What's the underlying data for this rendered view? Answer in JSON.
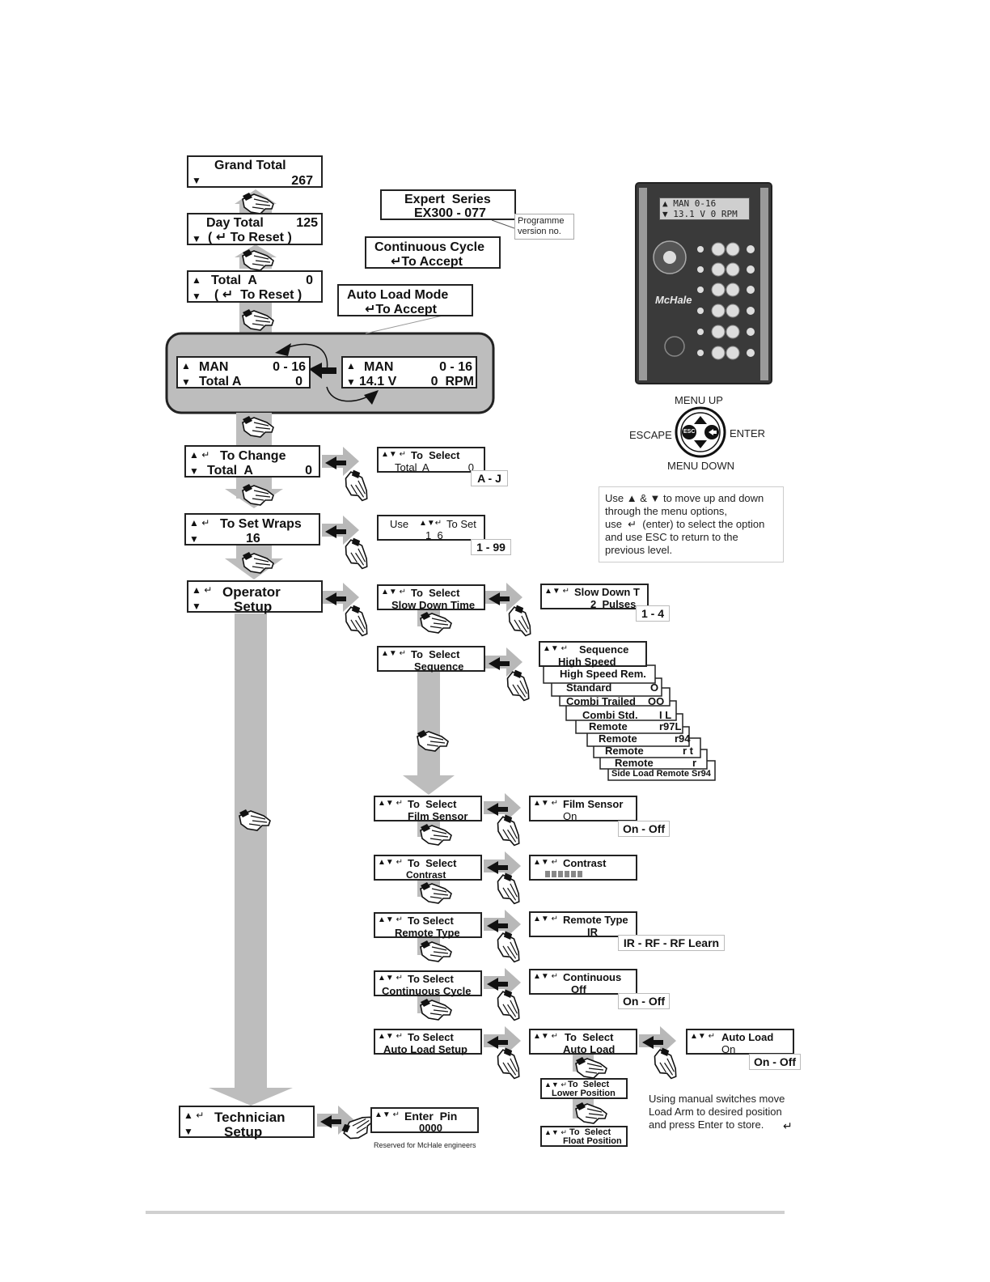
{
  "top": {
    "grand_total": {
      "label": "Grand Total",
      "value": "267"
    },
    "day_total": {
      "label": "Day Total",
      "value": "125",
      "reset": "( ↵ To Reset )"
    },
    "total_a": {
      "label": "Total  A",
      "value": "0",
      "reset": "( ↵  To Reset )"
    }
  },
  "expert": {
    "line1": "Expert  Series",
    "line2": "EX300 - 077",
    "note1": "Programme",
    "note2": "version no."
  },
  "continuous_cycle": {
    "line1": "Continuous Cycle",
    "line2": "↵To Accept"
  },
  "auto_load_mode": {
    "line1": "Auto Load Mode",
    "line2": "↵To Accept"
  },
  "main_screen": {
    "left": {
      "l1a": "MAN",
      "l1b": "0 - 16",
      "l2a": "Total A",
      "l2b": "0"
    },
    "right": {
      "l1a": "MAN",
      "l1b": "0 - 16",
      "l2a": "14.1 V",
      "l2b": "0  RPM"
    }
  },
  "device": {
    "lcd1": "▲ MAN       0-16",
    "lcd2": "▼ 13.1 V    0 RPM",
    "brand": "McHale"
  },
  "keypad": {
    "up": "MENU UP",
    "down": "MENU DOWN",
    "left": "ESCAPE",
    "right": "ENTER",
    "center": "ESC"
  },
  "help_text": [
    "Use ▲ & ▼ to move up and down",
    "through the menu options,",
    "use  ↵  (enter) to select the option",
    "and use ESC to return to the",
    "previous level."
  ],
  "to_change": {
    "l1": "To Change",
    "l2": "Total  A",
    "v": "0",
    "sub": {
      "l1": "To  Select",
      "l2": "Total  A",
      "v": "0",
      "range": "A - J"
    }
  },
  "set_wraps": {
    "l1": "To Set Wraps",
    "l2": "16",
    "sub": {
      "l1a": "Use",
      "l1b": "To Set",
      "l2": "1  6",
      "range": "1 - 99"
    }
  },
  "operator": {
    "l1": "Operator",
    "l2": "Setup"
  },
  "slow_down": {
    "l1": "To  Select",
    "l2": "Slow Down Time",
    "sub": {
      "l1": "Slow Down T",
      "l2": "2  Pulses",
      "range": "1 - 4"
    }
  },
  "sequence": {
    "l1": "To  Select",
    "l2": "Sequence",
    "title": "Sequence",
    "items": [
      "High Speed",
      "High Speed Rem.",
      "Standard",
      "Combi Trailed",
      "Combi Std.",
      "Remote",
      "Remote",
      "Remote",
      "Remote",
      "Side Load Remote Sr94"
    ],
    "codes": [
      "",
      "",
      "O",
      "OO",
      "I L",
      "r97L",
      "r94",
      "r t",
      "r",
      ""
    ]
  },
  "film_sensor": {
    "l1": "To  Select",
    "l2": "Film Sensor",
    "s1": "Film Sensor",
    "s2": "On",
    "range": "On - Off"
  },
  "contrast": {
    "l1": "To  Select",
    "l2": "Contrast",
    "s1": "Contrast"
  },
  "remote_type": {
    "l1": "To Select",
    "l2": "Remote Type",
    "s1": "Remote Type",
    "s2": "IR",
    "range": "IR - RF - RF Learn"
  },
  "continuous": {
    "l1": "To Select",
    "l2": "Continuous Cycle",
    "s1": "Continuous",
    "s2": "Off",
    "range": "On - Off"
  },
  "auto_load_setup": {
    "l1": "To Select",
    "l2": "Auto Load Setup",
    "s1": "To  Select",
    "s2": "Auto Load",
    "t1": "Auto Load",
    "t2": "On",
    "range": "On - Off"
  },
  "lower_position": {
    "l1": "To  Select",
    "l2": "Lower Position"
  },
  "float_position": {
    "l1": "To  Select",
    "l2": "Float Position"
  },
  "manual_note": [
    "Using manual switches move",
    "Load Arm to desired position",
    "and press Enter to store."
  ],
  "technician": {
    "l1": "Technician",
    "l2": "Setup",
    "s1": "Enter  Pin",
    "s2": "0000",
    "note": "Reserved for McHale engineers"
  },
  "colors": {
    "arrow": "#b8b8b8",
    "main_panel": "#bdbdbd",
    "border": "#222222"
  }
}
